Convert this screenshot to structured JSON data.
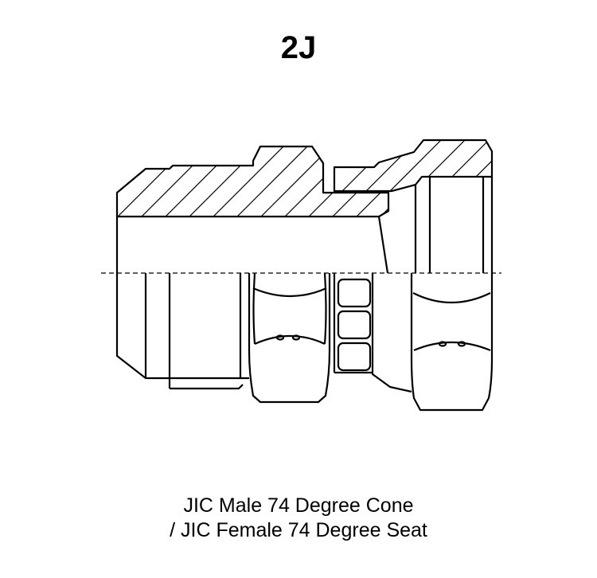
{
  "title": "2J",
  "caption": {
    "line1": "JIC Male 74 Degree Cone",
    "line2": "/ JIC Female 74 Degree Seat"
  }
}
